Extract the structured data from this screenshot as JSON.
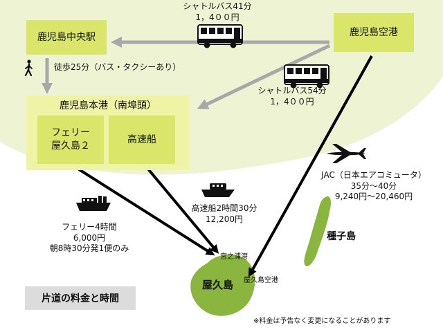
{
  "nodes": {
    "kagoshima_chuo": "鹿児島中央駅",
    "kagoshima_airport": "鹿児島空港",
    "kagoshima_port": "鹿児島本港（南埠頭）",
    "ferry_yakushima": "フェリー\n屋久島２",
    "high_speed_boat": "高速船",
    "yakushima": "屋久島",
    "tanegashima": "種子島",
    "miyanoura_port": "宮之浦港",
    "yakushima_airport": "屋久島空港"
  },
  "routes": {
    "bus_airport_chuo": {
      "line1": "シャトルバス41分",
      "line2": "1，4００円"
    },
    "bus_airport_port": {
      "line1": "シャトルバス54分",
      "line2": "1，4００円"
    },
    "walk_chuo_port": "徒歩25分（バス・タクシーあり）",
    "ferry": {
      "line1": "フェリー4時間",
      "line2": "6,000円",
      "line3": "朝8時30分発1便のみ"
    },
    "high_speed": {
      "line1": "高速船2時間30分",
      "line2": "12,200円"
    },
    "flight": {
      "line1": "JAC（日本エアコミュータ）",
      "line2": "35分〜40分",
      "line3": "9,240円〜20,460円"
    }
  },
  "legend": "片道の料金と時間",
  "note": "※料金は予告なく変更になることがあります",
  "icons": [
    "bus-icon",
    "walker-icon",
    "ferry-icon",
    "boat-icon",
    "airplane-icon"
  ],
  "colors": {
    "land": "#eef3d4",
    "box": "#d9e66a",
    "port_area": "#eef3a6",
    "island": "#8ab63f",
    "gray_arrow": "#a8a8a8",
    "black_arrow": "#000000"
  }
}
